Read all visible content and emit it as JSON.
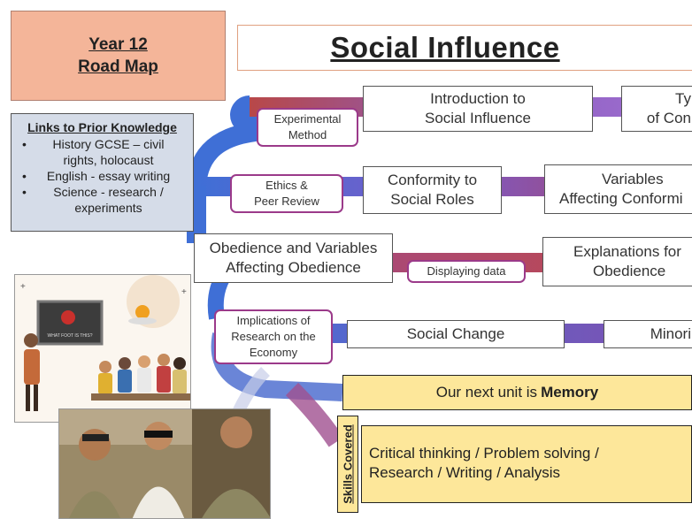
{
  "header": {
    "year_line1": "Year 12",
    "year_line2": "Road Map",
    "title": "Social Influence"
  },
  "prior_knowledge": {
    "heading": "Links to Prior Knowledge",
    "items": [
      [
        "History GCSE – civil",
        "rights, holocaust"
      ],
      [
        "English - essay writing"
      ],
      [
        "Science - research /",
        "experiments"
      ]
    ]
  },
  "roadmap": {
    "experimental_method": [
      "Experimental",
      "Method"
    ],
    "intro": [
      "Introduction to",
      "Social Influence"
    ],
    "types": [
      "Ty",
      "of Con"
    ],
    "ethics": [
      "Ethics &",
      "Peer Review"
    ],
    "conformity_roles": [
      "Conformity to",
      "Social Roles"
    ],
    "variables_conformity": [
      "Variables",
      "Affecting Conformi"
    ],
    "obedience_variables": [
      "Obedience and Variables",
      "Affecting Obedience"
    ],
    "displaying_data": "Displaying data",
    "explanations": [
      "Explanations for",
      "Obedience"
    ],
    "implications": [
      "Implications of",
      "Research on the",
      "Economy"
    ],
    "social_change": "Social Change",
    "minority": "Minori"
  },
  "next_unit": {
    "prefix": "Our next unit is",
    "unit": "Memory"
  },
  "skills": {
    "label": "Skills Covered",
    "lines": [
      "Critical thinking / Problem solving /",
      "Research  / Writing / Analysis"
    ]
  },
  "images": {
    "classroom_caption": "WHAT FOOT IS THIS?"
  },
  "colors": {
    "road_blue": "#3f6fd6",
    "road_purple": "#9060c0",
    "road_red": "#b84848",
    "pill_border": "#9b3a8a",
    "year_bg": "#f4b599",
    "prior_bg": "#d5dce8",
    "skills_bg": "#fde79a"
  }
}
